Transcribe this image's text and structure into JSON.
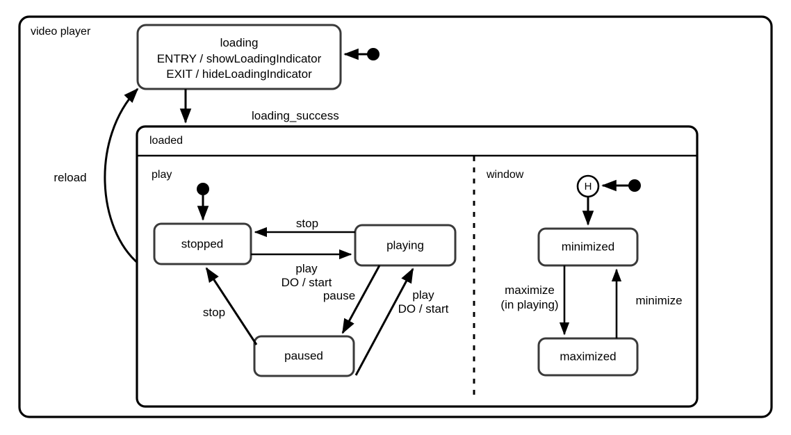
{
  "diagram": {
    "type": "uml-state-machine",
    "frame": {
      "label": "video player"
    },
    "states": {
      "loading": {
        "name": "loading",
        "entry": "ENTRY / showLoadingIndicator",
        "exit": "EXIT / hideLoadingIndicator"
      },
      "loaded": {
        "name": "loaded",
        "regions": [
          {
            "name": "play"
          },
          {
            "name": "window"
          }
        ]
      },
      "stopped": {
        "name": "stopped"
      },
      "playing": {
        "name": "playing"
      },
      "paused": {
        "name": "paused"
      },
      "minimized": {
        "name": "minimized"
      },
      "maximized": {
        "name": "maximized"
      }
    },
    "history_node": {
      "symbol": "H"
    },
    "transitions": [
      {
        "id": "t-initial-loading",
        "from": "initial",
        "to": "loading",
        "label": ""
      },
      {
        "id": "t-loading-loaded",
        "from": "loading",
        "to": "loaded",
        "label": "loading_success"
      },
      {
        "id": "t-loaded-loading",
        "from": "loaded",
        "to": "loading",
        "label": "reload"
      },
      {
        "id": "t-initial-stopped",
        "from": "initial",
        "to": "stopped",
        "label": ""
      },
      {
        "id": "t-playing-stopped",
        "from": "playing",
        "to": "stopped",
        "label": "stop"
      },
      {
        "id": "t-stopped-playing",
        "from": "stopped",
        "to": "playing",
        "label": "play\nDO / start"
      },
      {
        "id": "t-playing-paused",
        "from": "playing",
        "to": "paused",
        "label": "pause"
      },
      {
        "id": "t-paused-playing",
        "from": "paused",
        "to": "playing",
        "label": "play\nDO / start"
      },
      {
        "id": "t-paused-stopped",
        "from": "paused",
        "to": "stopped",
        "label": "stop"
      },
      {
        "id": "t-initial-history",
        "from": "initial",
        "to": "history",
        "label": ""
      },
      {
        "id": "t-history-minimized",
        "from": "history",
        "to": "minimized",
        "label": ""
      },
      {
        "id": "t-minimized-maximized",
        "from": "minimized",
        "to": "maximized",
        "label": "maximize\n(in playing)"
      },
      {
        "id": "t-maximized-minimized",
        "from": "maximized",
        "to": "minimized",
        "label": "minimize"
      }
    ],
    "labels": {
      "frame_title": "video player",
      "loading_name": "loading",
      "loading_entry": "ENTRY / showLoadingIndicator",
      "loading_exit": "EXIT / hideLoadingIndicator",
      "loading_success": "loading_success",
      "reload": "reload",
      "loaded_name": "loaded",
      "region_play": "play",
      "region_window": "window",
      "stopped": "stopped",
      "playing": "playing",
      "paused": "paused",
      "minimized": "minimized",
      "maximized": "maximized",
      "history": "H",
      "stop_top": "stop",
      "play_1": "play",
      "do_start_1": "DO / start",
      "pause": "pause",
      "play_2": "play",
      "do_start_2": "DO / start",
      "stop_left": "stop",
      "maximize": "maximize",
      "maximize_guard": "(in playing)",
      "minimize": "minimize"
    },
    "colors": {
      "background": "#ffffff",
      "frame_stroke": "#000000",
      "state_stroke": "#3a3a3a",
      "text": "#000000"
    }
  }
}
